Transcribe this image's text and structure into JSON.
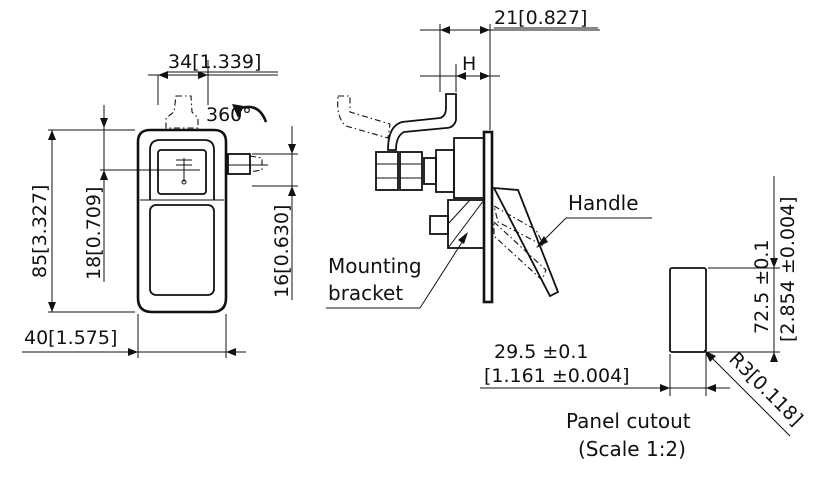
{
  "dimensions": {
    "width_34": "34[1.339]",
    "height_85": "85[3.327]",
    "height_18": "18[0.709]",
    "width_40": "40[1.575]",
    "offset_16": "16[0.630]",
    "rotation": "360°",
    "depth_21": "21[0.827]",
    "h_label": "H",
    "cutout_width_mm": "29.5 ±0.1",
    "cutout_width_in": "[1.161 ±0.004]",
    "cutout_height_mm": "72.5 ±0.1",
    "cutout_height_in": "[2.854 ±0.004]",
    "radius": "R3[0.118]"
  },
  "labels": {
    "handle": "Handle",
    "mounting_line1": "Mounting",
    "mounting_line2": "bracket",
    "panel_cutout": "Panel cutout",
    "scale": "(Scale 1:2)"
  }
}
